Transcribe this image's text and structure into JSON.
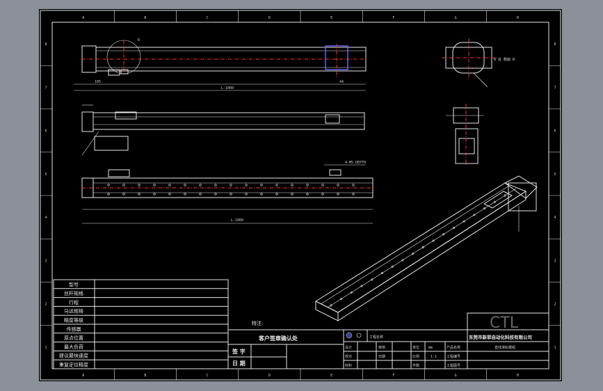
{
  "border_letters": [
    "A",
    "B",
    "C",
    "D",
    "E",
    "F",
    "G",
    "H"
  ],
  "border_numbers": [
    "8",
    "7",
    "6",
    "5",
    "4",
    "3",
    "2",
    "1"
  ],
  "spec_table": {
    "rows": [
      "型号",
      "丝杆规格",
      "行程",
      "马达规格",
      "精度等级",
      "传感器",
      "原点位置",
      "最大负荷",
      "建议最快速度",
      "重复定位精度"
    ]
  },
  "labels": {
    "note": "特注:",
    "customer_confirm": "客户签章确认处",
    "sign": "签 字",
    "date": "日 期",
    "section_note": "B 处 截面 N"
  },
  "title_block": {
    "logo": "CTL",
    "company": "东莞市新菲自动化科技有限公司",
    "part_name": "工程名称",
    "product_name_label": "产品名称",
    "product_name": "直线滑轨模组",
    "drawing_no_label": "工程编号",
    "drawing_ver_label": "工程图号",
    "design": "设计",
    "check": "校对",
    "review": "审核",
    "material": "材料",
    "date": "日期",
    "scale_label": "比例",
    "unit_label": "单位",
    "unit_value": "mm",
    "scale_value": "1:1",
    "qty_label": "件数"
  }
}
